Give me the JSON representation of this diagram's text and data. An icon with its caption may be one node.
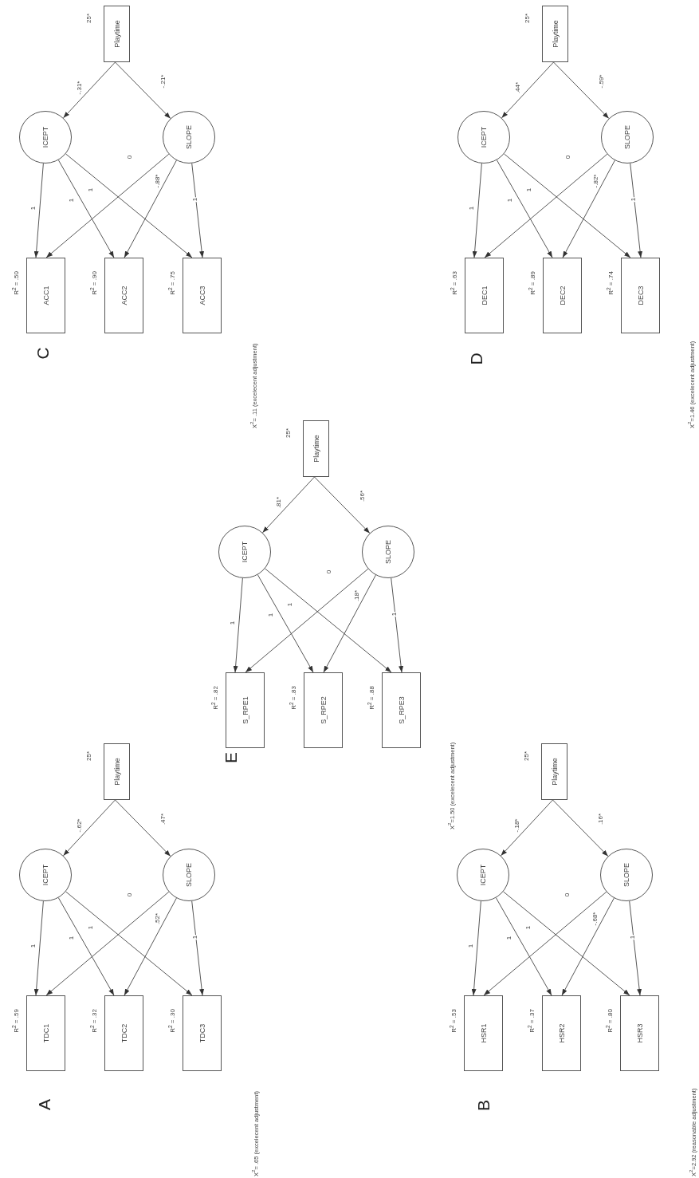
{
  "diagram": {
    "nodes": [
      {
        "text": [
          "Playtime"
        ],
        "beside": [
          "25*"
        ]
      },
      {
        "text": [
          "ICEPT"
        ]
      },
      {
        "text": [
          "SLOPE"
        ]
      },
      {
        "text": [
          "ACC1"
        ],
        "beside": [
          "R$^{2}$ = .50"
        ]
      },
      {
        "text": [
          "ACC2"
        ],
        "beside": [
          "R$^{2}$ = .90"
        ]
      },
      {
        "text": [
          "ACC3"
        ],
        "beside": [
          "R$^{2}$ = .75"
        ]
      },
      {
        "text": [
          "Playtime"
        ],
        "beside": [
          "25*"
        ]
      },
      {
        "text": [
          "ICEPT"
        ]
      },
      {
        "text": [
          "SLOPE"
        ]
      },
      {
        "text": [
          "DEC1"
        ],
        "beside": [
          "R$^{2}$ = .63"
        ]
      },
      {
        "text": [
          "DEC2"
        ],
        "beside": [
          "R$^{2}$ = .89"
        ]
      },
      {
        "text": [
          "DEC3"
        ],
        "beside": [
          "R$^{2}$ = .74"
        ]
      },
      {
        "text": [
          "Playtime"
        ],
        "beside": [
          "25*"
        ]
      },
      {
        "text": [
          "ICEPT"
        ]
      },
      {
        "text": [
          "SLOPE"
        ]
      },
      {
        "text": [
          "S_RPE1"
        ],
        "beside": [
          "R$^{2}$ = .82"
        ]
      },
      {
        "text": [
          "S_RPE2"
        ],
        "beside": [
          "R$^{2}$ = .83"
        ]
      },
      {
        "text": [
          "S_RPE3"
        ],
        "beside": [
          "R$^{2}$ = .88"
        ]
      },
      {
        "text": [
          "Playtime"
        ],
        "beside": [
          "25*"
        ]
      },
      {
        "text": [
          "ICEPT"
        ]
      },
      {
        "text": [
          "SLOPE"
        ]
      },
      {
        "text": [
          "TDC1"
        ],
        "beside": [
          "R$^{2}$ = .59"
        ]
      },
      {
        "text": [
          "TDC2"
        ],
        "beside": [
          "R$^{2}$ = .32"
        ]
      },
      {
        "text": [
          "TDC3"
        ],
        "beside": [
          "R$^{2}$ = .30"
        ]
      },
      {
        "text": [
          "Playtime"
        ],
        "beside": [
          "25*"
        ]
      },
      {
        "text": [
          "ICEPT"
        ]
      },
      {
        "text": [
          "SLOPE"
        ]
      },
      {
        "text": [
          "HSR1"
        ],
        "beside": [
          "R$^{2}$ = .53"
        ]
      },
      {
        "text": [
          "HSR2"
        ],
        "beside": [
          "R$^{2}$ = .37"
        ]
      },
      {
        "text": [
          "HSR3"
        ],
        "beside": [
          "R$^{2}$ = .80"
        ]
      }
    ],
    "edges": [
      {
        "from": 0,
        "to": 1,
        "arrow": "to",
        "label": "-.31*"
      },
      {
        "from": 0,
        "to": 2,
        "arrow": "to",
        "label": "-.21*"
      },
      {
        "from": 1,
        "to": 3,
        "arrow": "to",
        "label": "1"
      },
      {
        "from": 1,
        "to": 4,
        "arrow": "to",
        "label": "1"
      },
      {
        "from": 1,
        "to": 5,
        "arrow": "to",
        "label": "1"
      },
      {
        "from": 2,
        "to": 3,
        "arrow": "to",
        "label": "0"
      },
      {
        "from": 2,
        "to": 4,
        "arrow": "to",
        "label": "-.88*"
      },
      {
        "from": 2,
        "to": 5,
        "arrow": "to",
        "label": "1"
      },
      {
        "from": 6,
        "to": 7,
        "arrow": "to",
        "label": ".44*"
      },
      {
        "from": 6,
        "to": 8,
        "arrow": "to",
        "label": "-.59*"
      },
      {
        "from": 7,
        "to": 9,
        "arrow": "to",
        "label": "1"
      },
      {
        "from": 7,
        "to": 10,
        "arrow": "to",
        "label": "1"
      },
      {
        "from": 7,
        "to": 11,
        "arrow": "to",
        "label": "1"
      },
      {
        "from": 8,
        "to": 9,
        "arrow": "to",
        "label": "0"
      },
      {
        "from": 8,
        "to": 10,
        "arrow": "to",
        "label": "-.82*"
      },
      {
        "from": 8,
        "to": 11,
        "arrow": "to",
        "label": "1"
      },
      {
        "from": 12,
        "to": 13,
        "arrow": "to",
        "label": ".81*"
      },
      {
        "from": 12,
        "to": 14,
        "arrow": "to",
        "label": ".56*"
      },
      {
        "from": 13,
        "to": 15,
        "arrow": "to",
        "label": "1"
      },
      {
        "from": 13,
        "to": 16,
        "arrow": "to",
        "label": "1"
      },
      {
        "from": 13,
        "to": 17,
        "arrow": "to",
        "label": "1"
      },
      {
        "from": 14,
        "to": 15,
        "arrow": "to",
        "label": "0"
      },
      {
        "from": 14,
        "to": 16,
        "arrow": "to",
        "label": ".18*"
      },
      {
        "from": 14,
        "to": 17,
        "arrow": "to",
        "label": "1"
      },
      {
        "from": 18,
        "to": 19,
        "arrow": "to",
        "label": "-.62*"
      },
      {
        "from": 18,
        "to": 20,
        "arrow": "to",
        "label": ".47*"
      },
      {
        "from": 19,
        "to": 21,
        "arrow": "to",
        "label": "1"
      },
      {
        "from": 19,
        "to": 22,
        "arrow": "to",
        "label": "1"
      },
      {
        "from": 19,
        "to": 23,
        "arrow": "to",
        "label": "1"
      },
      {
        "from": 20,
        "to": 21,
        "arrow": "to",
        "label": "0"
      },
      {
        "from": 20,
        "to": 22,
        "arrow": "to",
        "label": ".52*"
      },
      {
        "from": 20,
        "to": 23,
        "arrow": "to",
        "label": "1"
      },
      {
        "from": 24,
        "to": 25,
        "arrow": "to",
        "label": "-.18*"
      },
      {
        "from": 24,
        "to": 26,
        "arrow": "to",
        "label": ".16*"
      },
      {
        "from": 25,
        "to": 27,
        "arrow": "to",
        "label": "1"
      },
      {
        "from": 25,
        "to": 28,
        "arrow": "to",
        "label": "1"
      },
      {
        "from": 25,
        "to": 29,
        "arrow": "to",
        "label": "1"
      },
      {
        "from": 26,
        "to": 27,
        "arrow": "to",
        "label": "0"
      },
      {
        "from": 26,
        "to": 28,
        "arrow": "to",
        "label": "-.68*"
      },
      {
        "from": 26,
        "to": 29,
        "arrow": "to",
        "label": "1"
      }
    ],
    "labels": [
      "C",
      "D",
      "X$^{2}$= .11 (excelecent adjustment)",
      "X$^{2}$=1.46 (excelecent adjustment)",
      "E",
      "X$^{2}$=1.50 (excelecent adjustment)",
      "A",
      "B",
      "X$^{2}$= .65 (excelecent adjustment)",
      "X$^{2}$=2.92 (reasonable adjustment)"
    ]
  }
}
